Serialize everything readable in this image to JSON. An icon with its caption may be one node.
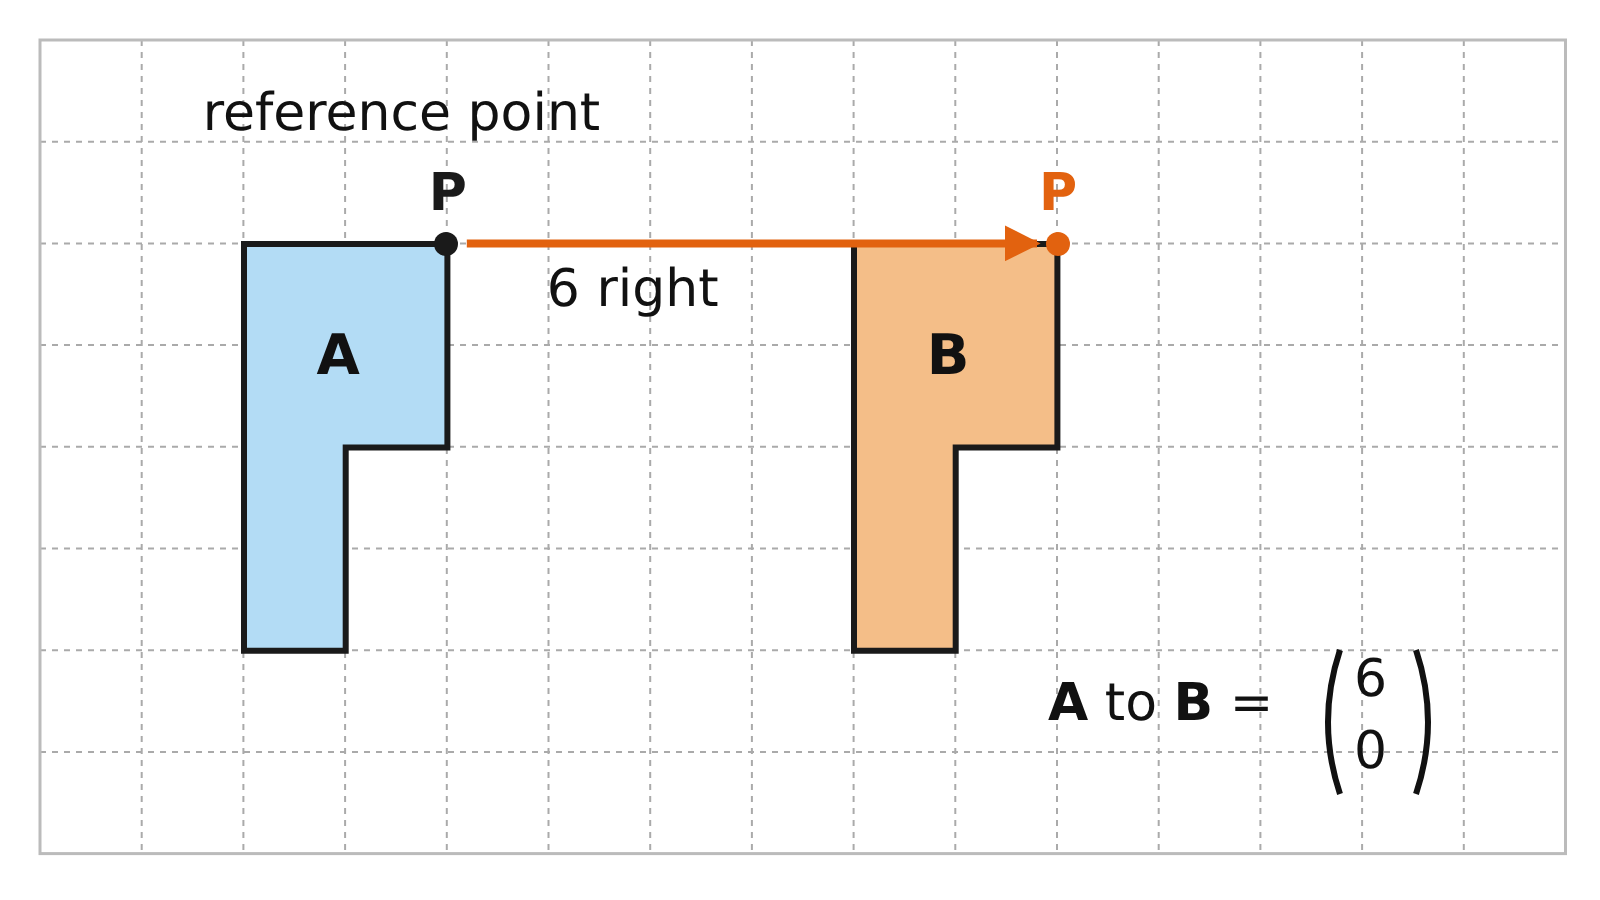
{
  "diagram": {
    "nodes": [
      {
        "text": [
          "A"
        ]
      },
      {
        "text": [
          "P"
        ],
        "beside": [
          "reference point"
        ]
      },
      {
        "text": [
          "B"
        ]
      },
      {
        "text": [
          "P"
        ]
      }
    ],
    "edges": [
      {
        "from": 1,
        "to": 3,
        "arrow": "to",
        "label": "6 right"
      }
    ],
    "labels": [
      "**A** to **B** =",
      "6",
      "0"
    ]
  }
}
